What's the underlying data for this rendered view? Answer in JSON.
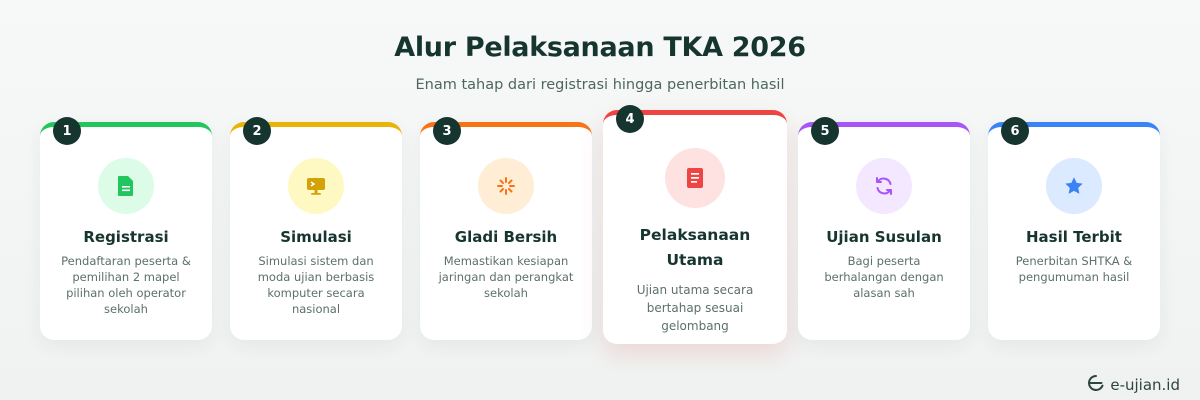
{
  "header": {
    "title": "Alur Pelaksanaan TKA 2026",
    "subtitle": "Enam tahap dari registrasi hingga penerbitan hasil"
  },
  "steps": [
    {
      "number": "1",
      "title": "Registrasi",
      "description": "Pendaftaran peserta & pemilihan 2 mapel pilihan oleh operator sekolah",
      "color": "#22c55e",
      "icon_bg": "#dcfce7",
      "icon_color": "#22c55e",
      "icon": "document-icon"
    },
    {
      "number": "2",
      "title": "Simulasi",
      "description": "Simulasi sistem dan moda ujian berbasis komputer secara nasional",
      "color": "#eab308",
      "icon_bg": "#fef9c3",
      "icon_color": "#d4a106",
      "icon": "monitor-icon"
    },
    {
      "number": "3",
      "title": "Gladi Bersih",
      "description": "Memastikan kesiapan jaringan dan perangkat sekolah",
      "color": "#f97316",
      "icon_bg": "#ffedd5",
      "icon_color": "#f97316",
      "icon": "sparkle-icon"
    },
    {
      "number": "4",
      "title": "Pelaksanaan Utama",
      "description": "Ujian utama secara bertahap sesuai gelombang",
      "color": "#ef4444",
      "icon_bg": "#fee2e2",
      "icon_color": "#ef4444",
      "icon": "clipboard-icon"
    },
    {
      "number": "5",
      "title": "Ujian Susulan",
      "description": "Bagi peserta berhalangan dengan alasan sah",
      "color": "#a855f7",
      "icon_bg": "#f3e8ff",
      "icon_color": "#a855f7",
      "icon": "refresh-icon"
    },
    {
      "number": "6",
      "title": "Hasil Terbit",
      "description": "Penerbitan SHTKA & pengumuman hasil",
      "color": "#3b82f6",
      "icon_bg": "#dbeafe",
      "icon_color": "#3b82f6",
      "icon": "star-icon"
    }
  ],
  "brand": {
    "text": "e-ujian.id"
  }
}
